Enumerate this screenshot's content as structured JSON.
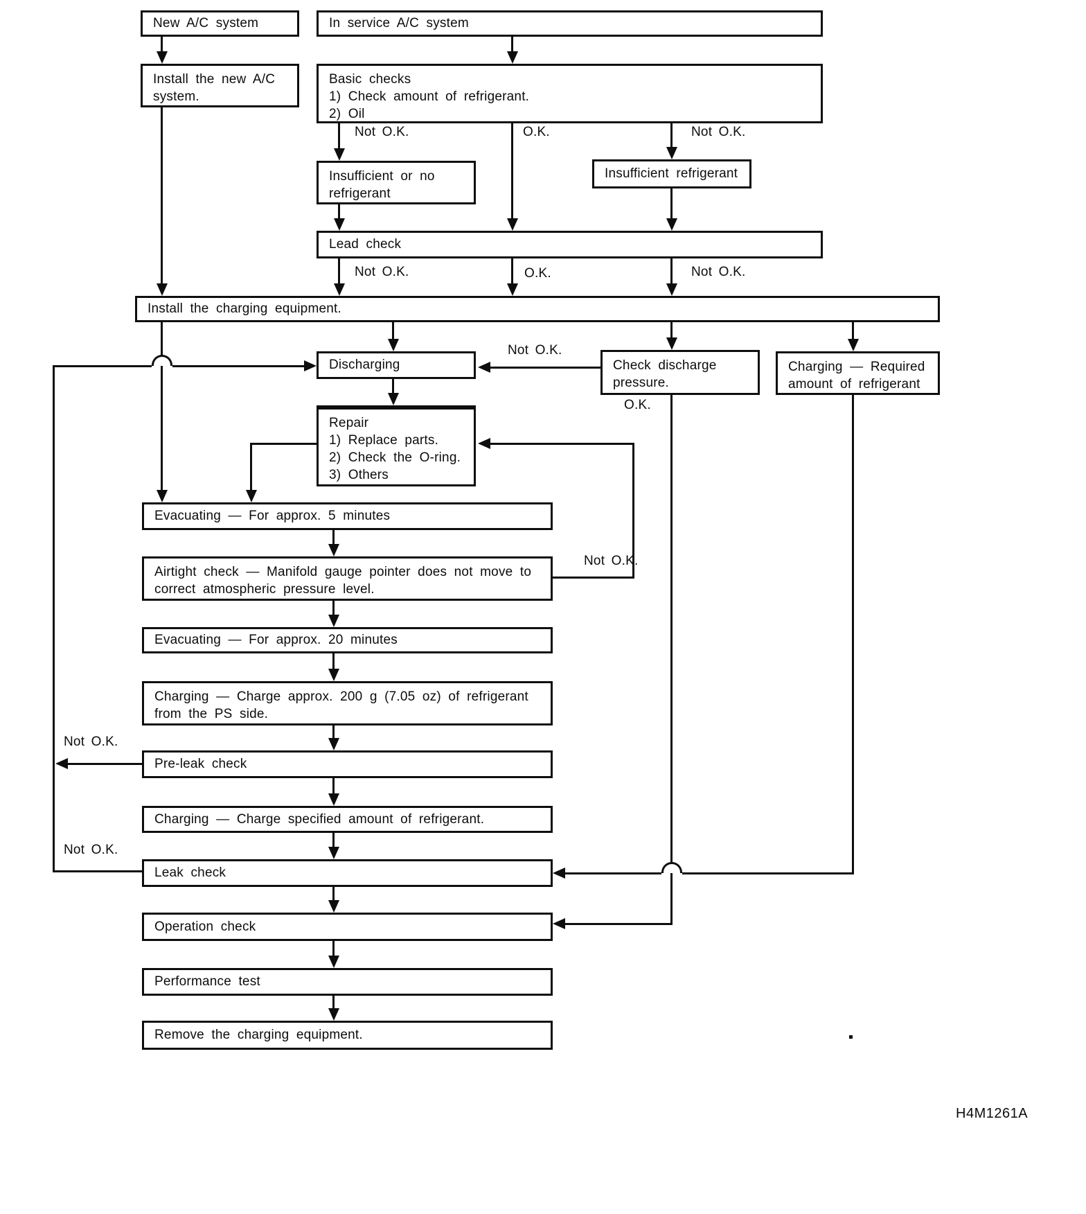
{
  "diagram": {
    "code": "H4M1261A",
    "labels": {
      "ok": "O.K.",
      "not_ok": "Not O.K."
    },
    "nodes": {
      "new_ac": "New A/C system",
      "in_service": "In service A/C system",
      "install_new": "Install the new A/C system.",
      "basic_checks": {
        "line1": "Basic checks",
        "line2": "1) Check amount of refrigerant.",
        "line3": "2) Oil"
      },
      "insufficient_or_no": "Insufficient or no refrigerant",
      "insufficient_refrigerant": "Insufficient refrigerant",
      "lead_check": "Lead check",
      "install_charging": "Install the charging equipment.",
      "discharging": "Discharging",
      "check_discharge": "Check discharge pressure.",
      "charging_required": "Charging — Required amount of refrigerant",
      "repair": {
        "line1": "Repair",
        "line2": "1) Replace parts.",
        "line3": "2) Check the O-ring.",
        "line4": "3) Others"
      },
      "evacuating_5": "Evacuating — For approx. 5 minutes",
      "airtight": "Airtight check — Manifold gauge pointer does not move to correct atmospheric pressure level.",
      "evacuating_20": "Evacuating — For approx. 20 minutes",
      "charging_200": "Charging — Charge approx. 200 g (7.05 oz) of refrigerant from the PS side.",
      "pre_leak": "Pre-leak check",
      "charging_specified": "Charging — Charge specified amount of refrigerant.",
      "leak_check": "Leak check",
      "operation_check": "Operation check",
      "performance_test": "Performance test",
      "remove_charging": "Remove the charging equipment."
    }
  }
}
